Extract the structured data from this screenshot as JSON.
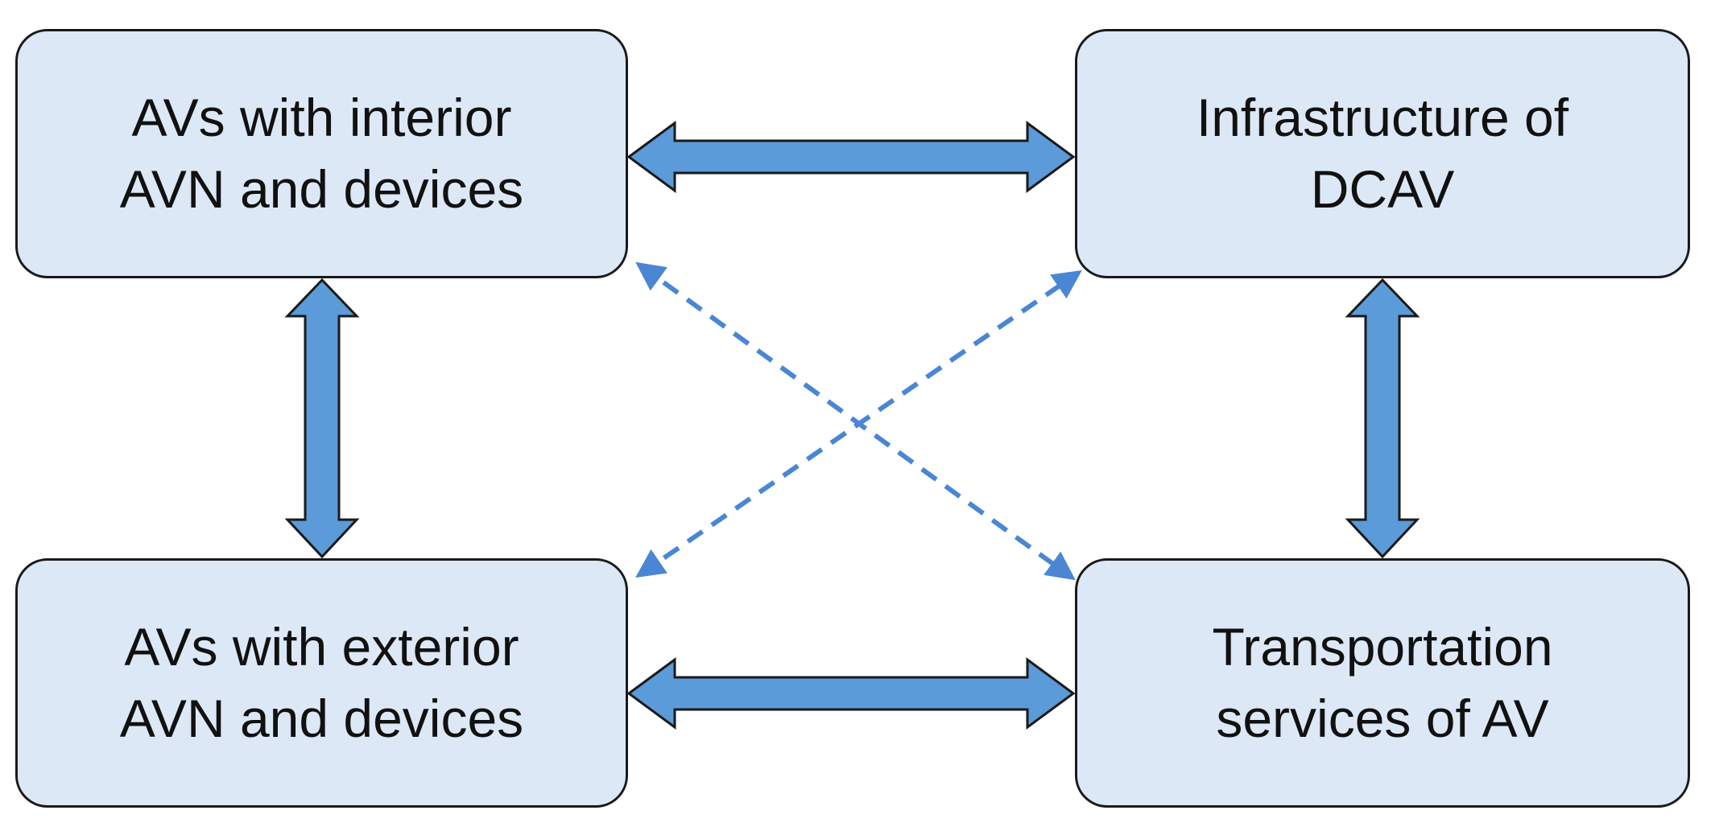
{
  "colors": {
    "box_fill": "#dde8f6",
    "box_border": "#1a1a1a",
    "arrow_fill": "#5b9bd9",
    "arrow_stroke": "#1a1a1a",
    "dashed_arrow": "#4a86d4"
  },
  "nodes": {
    "interior": {
      "line1": "AVs with interior",
      "line2": "AVN and devices"
    },
    "infrastructure": {
      "line1": "Infrastructure of",
      "line2": "DCAV"
    },
    "exterior": {
      "line1": "AVs with exterior",
      "line2": "AVN and devices"
    },
    "transportation": {
      "line1": "Transportation",
      "line2": "services of AV"
    }
  },
  "connections": [
    {
      "from": "interior",
      "to": "infrastructure",
      "style": "solid-double-arrow"
    },
    {
      "from": "exterior",
      "to": "transportation",
      "style": "solid-double-arrow"
    },
    {
      "from": "interior",
      "to": "exterior",
      "style": "solid-double-arrow"
    },
    {
      "from": "infrastructure",
      "to": "transportation",
      "style": "solid-double-arrow"
    },
    {
      "from": "interior",
      "to": "transportation",
      "style": "dashed-double-arrow"
    },
    {
      "from": "exterior",
      "to": "infrastructure",
      "style": "dashed-double-arrow"
    }
  ]
}
